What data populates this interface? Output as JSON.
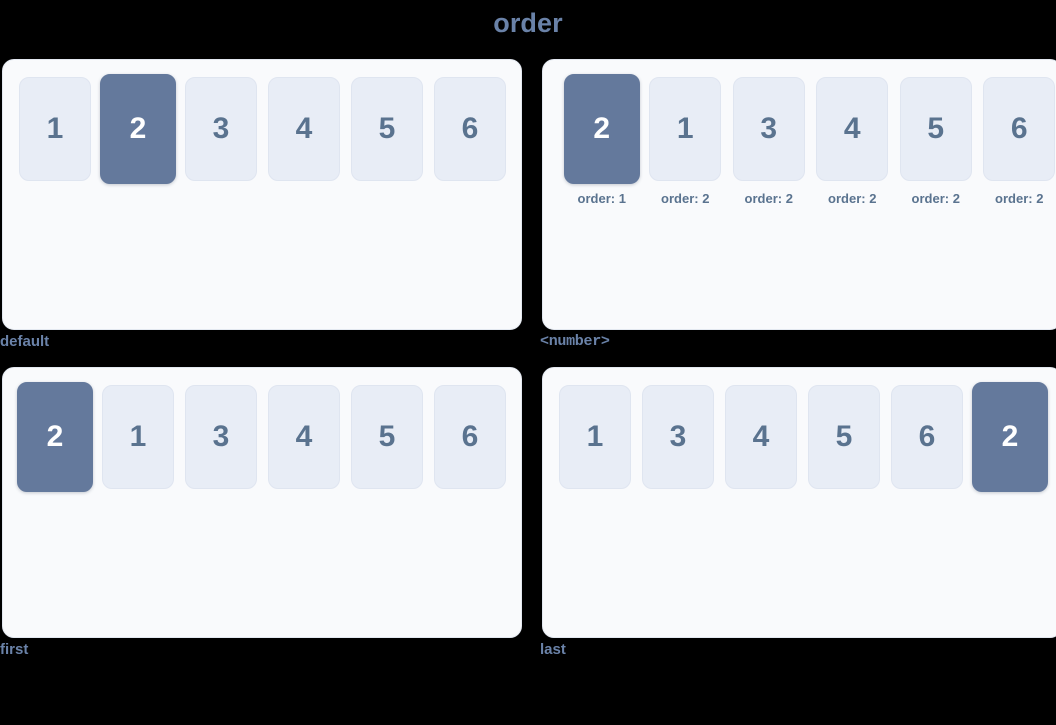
{
  "page": {
    "title": "order"
  },
  "colors": {
    "background": "#000000",
    "panel_background": "#f9fafc",
    "panel_border": "#e3e8f0",
    "card_background": "#e8edf6",
    "card_text": "#5a738f",
    "highlight_background": "#64799c",
    "highlight_text": "#ffffff",
    "caption_text": "#6a82a8",
    "title_text": "#6a82a8"
  },
  "panels": [
    {
      "caption": "default",
      "caption_style": "sans",
      "show_order_labels": false,
      "items": [
        {
          "label": "1",
          "highlight": false
        },
        {
          "label": "2",
          "highlight": true
        },
        {
          "label": "3",
          "highlight": false
        },
        {
          "label": "4",
          "highlight": false
        },
        {
          "label": "5",
          "highlight": false
        },
        {
          "label": "6",
          "highlight": false
        }
      ]
    },
    {
      "caption": "<number>",
      "caption_style": "mono",
      "show_order_labels": true,
      "items": [
        {
          "label": "2",
          "highlight": true,
          "order_label": "order: 1"
        },
        {
          "label": "1",
          "highlight": false,
          "order_label": "order: 2"
        },
        {
          "label": "3",
          "highlight": false,
          "order_label": "order: 2"
        },
        {
          "label": "4",
          "highlight": false,
          "order_label": "order: 2"
        },
        {
          "label": "5",
          "highlight": false,
          "order_label": "order: 2"
        },
        {
          "label": "6",
          "highlight": false,
          "order_label": "order: 2"
        }
      ]
    },
    {
      "caption": "first",
      "caption_style": "sans",
      "show_order_labels": false,
      "items": [
        {
          "label": "2",
          "highlight": true
        },
        {
          "label": "1",
          "highlight": false
        },
        {
          "label": "3",
          "highlight": false
        },
        {
          "label": "4",
          "highlight": false
        },
        {
          "label": "5",
          "highlight": false
        },
        {
          "label": "6",
          "highlight": false
        }
      ]
    },
    {
      "caption": "last",
      "caption_style": "sans",
      "show_order_labels": false,
      "items": [
        {
          "label": "1",
          "highlight": false
        },
        {
          "label": "3",
          "highlight": false
        },
        {
          "label": "4",
          "highlight": false
        },
        {
          "label": "5",
          "highlight": false
        },
        {
          "label": "6",
          "highlight": false
        },
        {
          "label": "2",
          "highlight": true
        }
      ]
    }
  ]
}
